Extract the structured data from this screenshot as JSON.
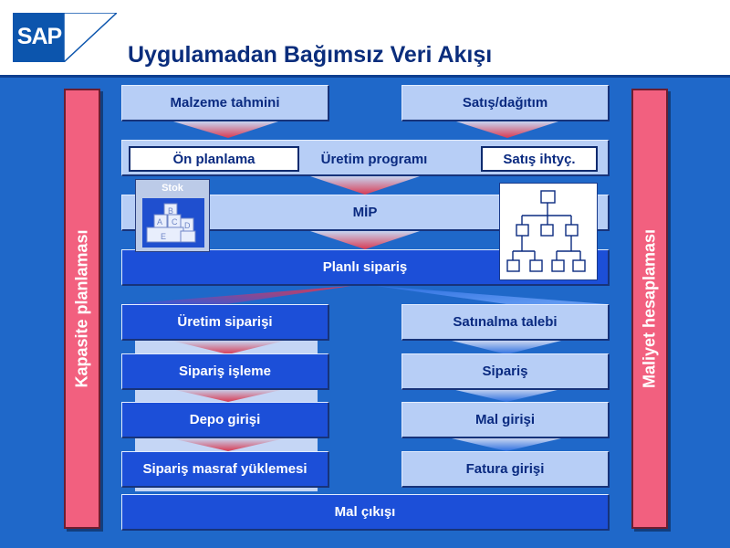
{
  "header": {
    "logo_text": "SAP",
    "title": "Uygulamadan Bağımsız Veri Akışı"
  },
  "sidebars": {
    "left": "Kapasite planlaması",
    "right": "Maliyet hesaplaması"
  },
  "top_row": {
    "left": "Malzeme tahmini",
    "right": "Satış/dağıtım"
  },
  "planning_row": {
    "pre_planning": "Ön planlama",
    "production_program": "Üretim programı",
    "sales_requirements": "Satış ihtyç."
  },
  "mip": "MİP",
  "stock_panel": {
    "title": "Stok",
    "labels": [
      "B",
      "A",
      "C",
      "D",
      "E"
    ]
  },
  "planned_order": "Planlı sipariş",
  "left_column": [
    "Üretim siparişi",
    "Sipariş işleme",
    "Depo girişi",
    "Sipariş masraf yüklemesi"
  ],
  "right_column": [
    "Satınalma talebi",
    "Sipariş",
    "Mal girişi",
    "Fatura girişi"
  ],
  "goods_issue": "Mal çıkışı",
  "colors": {
    "background": "#1f68c9",
    "light_box": "#b7cef6",
    "dark_box": "#1c4fd8",
    "sidebar": "#f2607f",
    "red_arrow": "#d83a52",
    "blue_arrow": "#2c6fe0",
    "title": "#0a2d7c"
  }
}
